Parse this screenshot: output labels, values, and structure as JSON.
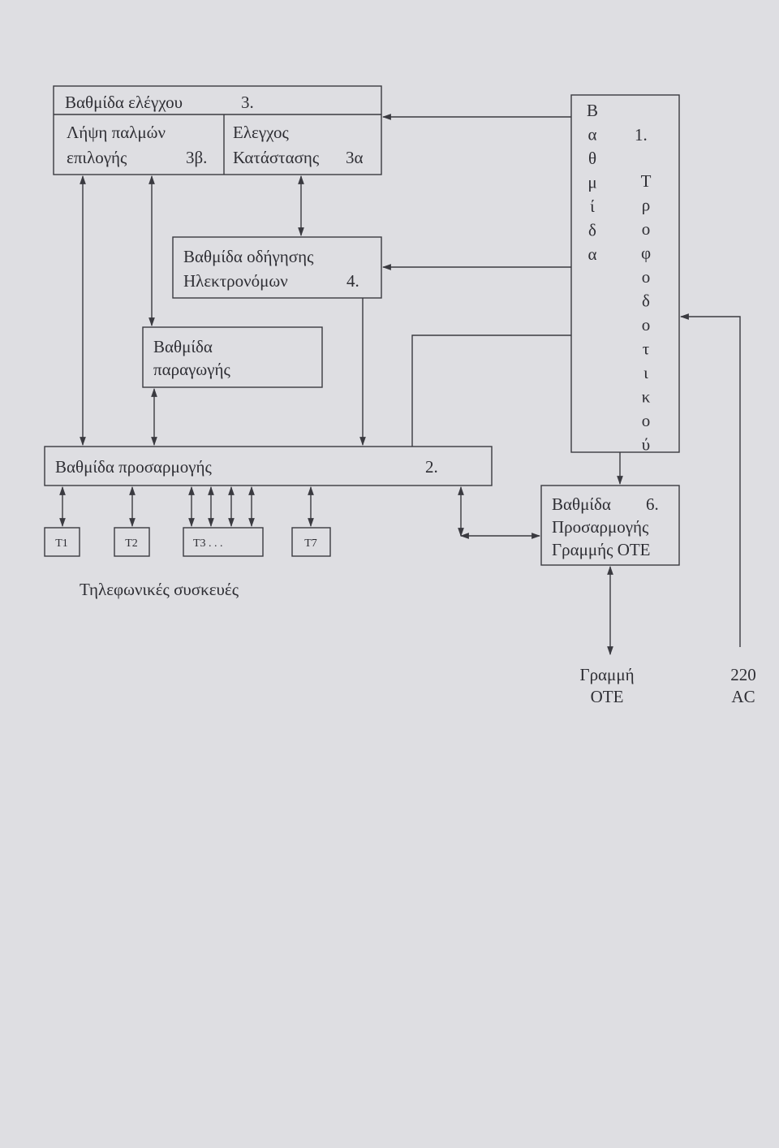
{
  "control": {
    "title": "Βαθμίδα ελέγχου",
    "number": "3.",
    "pulse_line1": "Λήψη παλμών",
    "pulse_line2": "επιλογής",
    "pulse_number": "3β.",
    "status_line1": "Ελεγχος",
    "status_line2": "Κατάστασης",
    "status_number": "3α"
  },
  "power": {
    "left_letters": [
      "Β",
      "α",
      "θ",
      "μ",
      "ί",
      "δ",
      "α"
    ],
    "number": "1.",
    "right_letters": [
      "Τ",
      "ρ",
      "ο",
      "φ",
      "ο",
      "δ",
      "ο",
      "τ",
      "ι",
      "κ",
      "ο",
      "ύ"
    ]
  },
  "relay": {
    "line1": "Βαθμίδα οδήγησης",
    "line2": "Ηλεκτρονόμων",
    "number": "4."
  },
  "ringer": {
    "line1": "Βαθμίδα",
    "line2": "παραγωγής"
  },
  "adapter": {
    "label": "Βαθμίδα προσαρμογής",
    "number": "2."
  },
  "terminals": [
    {
      "label": "T1"
    },
    {
      "label": "T2"
    },
    {
      "label": "T3 . . ."
    },
    {
      "label": "T7"
    }
  ],
  "terminals_caption": "Τηλεφωνικές συσκευές",
  "line_adapter": {
    "line1": "Βαθμίδα",
    "number": "6.",
    "line2": "Προσαρμογής",
    "line3": "Γραμμής ΟΤΕ"
  },
  "ote_line": {
    "line1": "Γραμμή",
    "line2": "ΟΤΕ"
  },
  "mains": {
    "line1": "220",
    "line2": "AC"
  },
  "colors": {
    "background": "#dedee2",
    "line": "#3a3a40",
    "text": "#2e2e34"
  }
}
